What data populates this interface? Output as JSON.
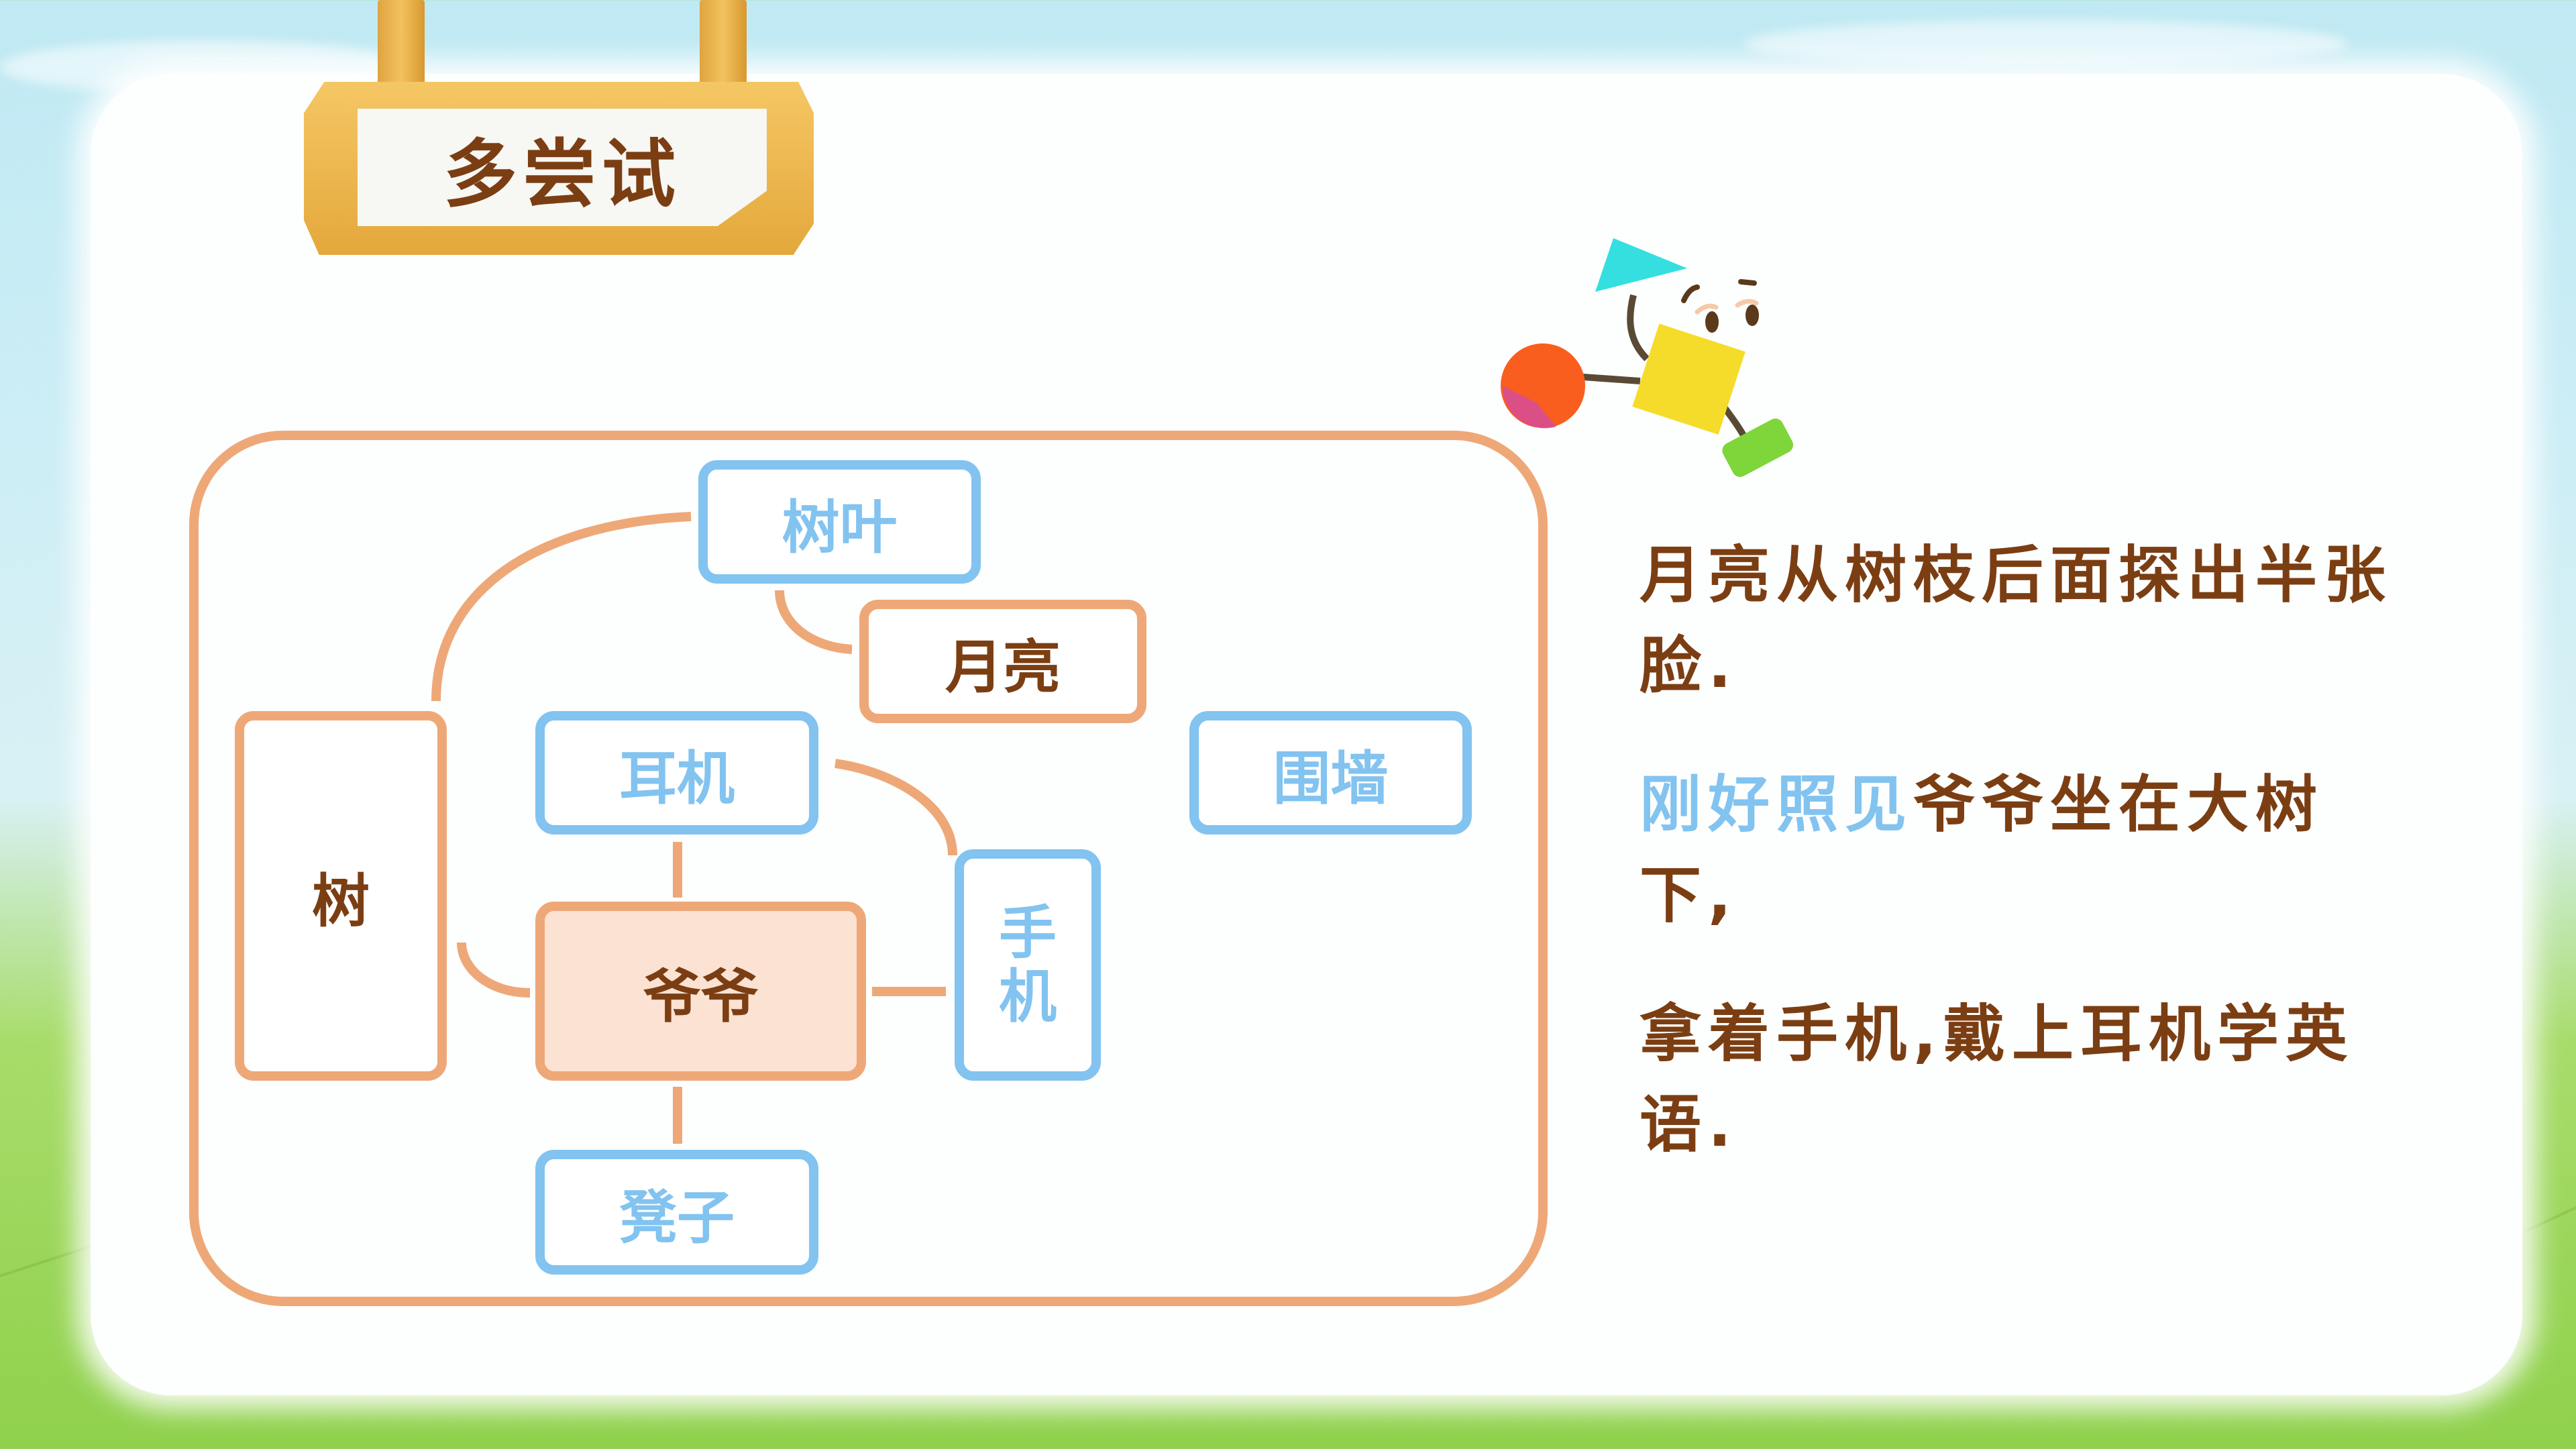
{
  "sign": {
    "title": "多尝试"
  },
  "diagram": {
    "nodes": {
      "leaves": "树叶",
      "moon": "月亮",
      "tree": "树",
      "earphones": "耳机",
      "wall": "围墙",
      "grandpa": "爷爷",
      "phone_line1": "手",
      "phone_line2": "机",
      "stool": "凳子"
    }
  },
  "story": {
    "p1": "月亮从树枝后面探出半张脸.",
    "p2_highlight": "刚好照见",
    "p2_rest": "爷爷坐在大树下,",
    "p3": "拿着手机,戴上耳机学英语."
  },
  "colors": {
    "brown_text": "#7b3e13",
    "blue": "#82c3f0",
    "orange": "#eea878",
    "grandpa_fill": "#fbe2d2"
  }
}
